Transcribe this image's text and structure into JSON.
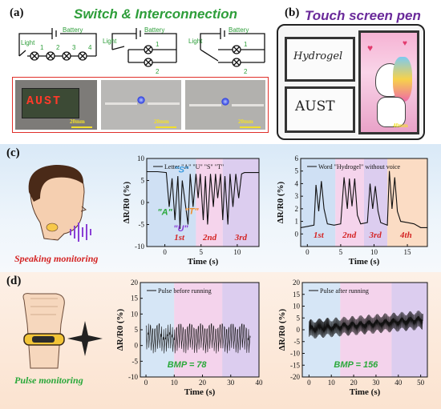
{
  "panel_a": {
    "label": "(a)",
    "title": "Switch & Interconnection",
    "circuits": [
      {
        "light": "Light",
        "battery": "Battery",
        "nodes": [
          "1",
          "2",
          "3",
          "4"
        ]
      },
      {
        "light": "Light",
        "battery": "Battery",
        "nodes": [
          "1",
          "2"
        ]
      },
      {
        "light": "Light",
        "battery": "Battery",
        "nodes": [
          "1",
          "2"
        ]
      }
    ],
    "photos": [
      {
        "text": "AUST",
        "scale": "20mm"
      },
      {
        "scale": "20mm"
      },
      {
        "scale": "20mm"
      }
    ]
  },
  "panel_b": {
    "label": "(b)",
    "title": "Touch screen pen",
    "screen_words": [
      "Hydrogel",
      "AUST"
    ],
    "scale": "40mm"
  },
  "panel_c": {
    "label": "(c)",
    "side_label": "Speaking monitoring",
    "colors": {
      "blue": "#cfe0f4",
      "pink": "#f5d4ec",
      "purple": "#dccdef",
      "orange": "#fbdcc4"
    }
  },
  "panel_d": {
    "label": "(d)",
    "side_label": "Pulse monitoring"
  },
  "chart_data": [
    {
      "type": "line",
      "legend": "Letter \"A\" \"U\" \"S\" \"T\"",
      "xlabel": "Time (s)",
      "ylabel": "ΔR/R0 (%)",
      "xlim": [
        -2.5,
        13
      ],
      "ylim": [
        -10,
        10
      ],
      "xticks": [
        0,
        5,
        10
      ],
      "yticks": [
        -10,
        -5,
        0,
        5,
        10
      ],
      "letters": [
        "\"A\"",
        "\"S\"",
        "\"U\"",
        "\"T\""
      ],
      "segments": [
        "1st",
        "2nd",
        "3rd"
      ],
      "x": [
        -2.5,
        -1,
        0.2,
        0.6,
        1,
        1.4,
        1.8,
        2.1,
        2.4,
        2.8,
        3.2,
        3.5,
        3.9,
        4.3,
        4.6,
        4.9,
        5.3,
        5.6,
        5.9,
        6.3,
        6.7,
        7.0,
        7.3,
        7.7,
        8.0,
        8.3,
        8.7,
        9.0,
        9.4,
        9.8,
        10.2,
        10.6,
        11,
        13
      ],
      "y": [
        7,
        7,
        6.8,
        -1,
        5.5,
        -4,
        6,
        -6,
        5,
        0,
        -5,
        6.5,
        -1,
        6.5,
        1,
        6.5,
        -4,
        6,
        -5,
        6.5,
        -1,
        6.5,
        1,
        6.5,
        -4,
        6,
        -5,
        6.5,
        -1,
        6.5,
        1,
        6.5,
        6.8,
        6.8
      ]
    },
    {
      "type": "line",
      "legend": "Word \"Hydrogel\" without voice",
      "xlabel": "Time (s)",
      "ylabel": "ΔR/R0 (%)",
      "xlim": [
        -1,
        18
      ],
      "ylim": [
        -1,
        6
      ],
      "xticks": [
        0,
        5,
        10,
        15
      ],
      "yticks": [
        0,
        1,
        2,
        3,
        4,
        5,
        6
      ],
      "segments": [
        "1st",
        "2nd",
        "3rd",
        "4th"
      ],
      "x": [
        -1,
        0,
        1,
        1.3,
        1.7,
        2.1,
        2.5,
        3,
        4,
        5,
        5.5,
        6,
        6.3,
        6.7,
        7.1,
        7.5,
        8,
        9,
        9.4,
        9.8,
        10.2,
        10.6,
        11,
        11.5,
        12,
        12.3,
        12.7,
        13.1,
        13.5,
        14,
        15,
        16,
        17,
        18
      ],
      "y": [
        0.5,
        0.6,
        0.7,
        3.9,
        1.8,
        4.2,
        2,
        0.8,
        0.7,
        0.8,
        4.5,
        2,
        4.4,
        2.2,
        4.4,
        1.5,
        0.8,
        0.9,
        4,
        2,
        3.8,
        1.8,
        0.9,
        0.8,
        0.7,
        5,
        2,
        4.5,
        1.8,
        1,
        0.9,
        0.8,
        0.5,
        0.5
      ]
    },
    {
      "type": "line",
      "legend": "Pulse before running",
      "xlabel": "Time (s)",
      "ylabel": "ΔR/R0 (%)",
      "xlim": [
        -2,
        40
      ],
      "ylim": [
        -10,
        20
      ],
      "xticks": [
        0,
        10,
        20,
        30,
        40
      ],
      "yticks": [
        -10,
        -5,
        0,
        5,
        10,
        15,
        20
      ],
      "annotation": "BMP = 78",
      "pulse": {
        "start": 0,
        "end": 37,
        "base": 2,
        "amp": 4,
        "period": 0.77
      }
    },
    {
      "type": "line",
      "legend": "Pulse after running",
      "xlabel": "Time (s)",
      "ylabel": "ΔR/R0 (%)",
      "xlim": [
        -3,
        53
      ],
      "ylim": [
        -20,
        20
      ],
      "xticks": [
        0,
        10,
        20,
        30,
        40,
        50
      ],
      "yticks": [
        -20,
        -15,
        -10,
        -5,
        0,
        5,
        10,
        15,
        20
      ],
      "annotation": "BMP = 156",
      "pulse": {
        "start": 0,
        "end": 51,
        "base": 0,
        "amp": 3.5,
        "period": 0.38,
        "trend": 4
      }
    }
  ]
}
